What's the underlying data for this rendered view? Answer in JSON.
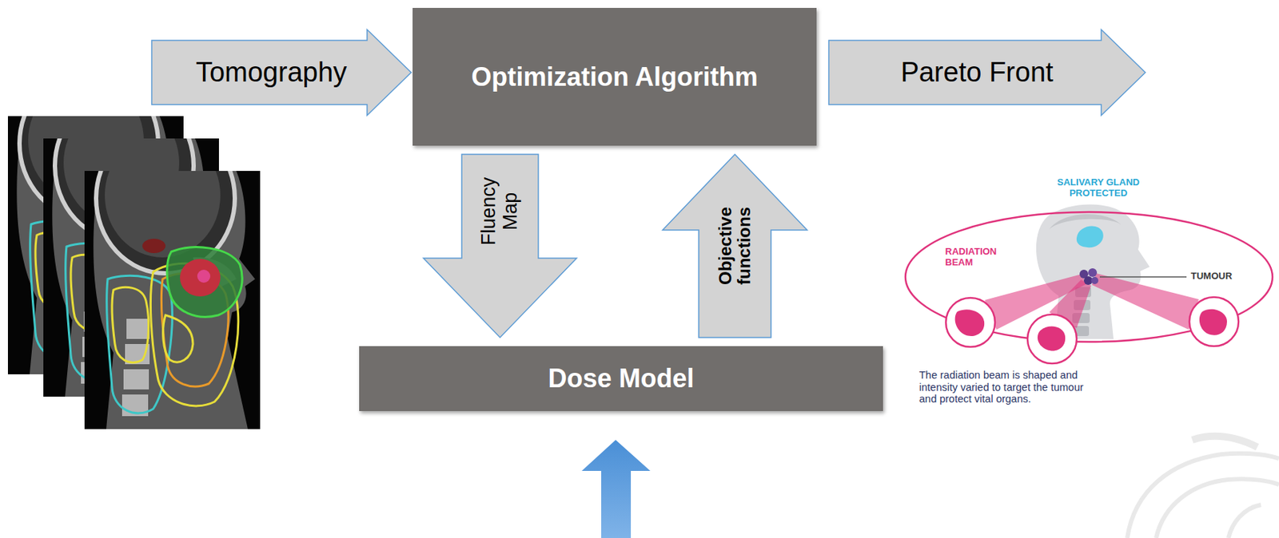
{
  "diagram": {
    "nodes": [
      {
        "text": [
          "Tomography"
        ]
      },
      {
        "text": [
          "Optimization Algorithm"
        ]
      },
      {
        "text": [
          "Pareto Front"
        ]
      },
      {
        "text": [
          "Dose Model"
        ]
      }
    ],
    "edges": [
      {
        "from": 1,
        "to": 3,
        "label": "Fluency Map",
        "arrow": "to"
      },
      {
        "from": 3,
        "to": 1,
        "label": "Objective functions",
        "arrow": "to"
      }
    ],
    "labels": [
      "SALIVARY GLAND PROTECTED",
      "RADIATION BEAM",
      "TUMOUR",
      "The radiation beam is shaped and intensity varied to target the tumour and protect vital organs."
    ]
  }
}
